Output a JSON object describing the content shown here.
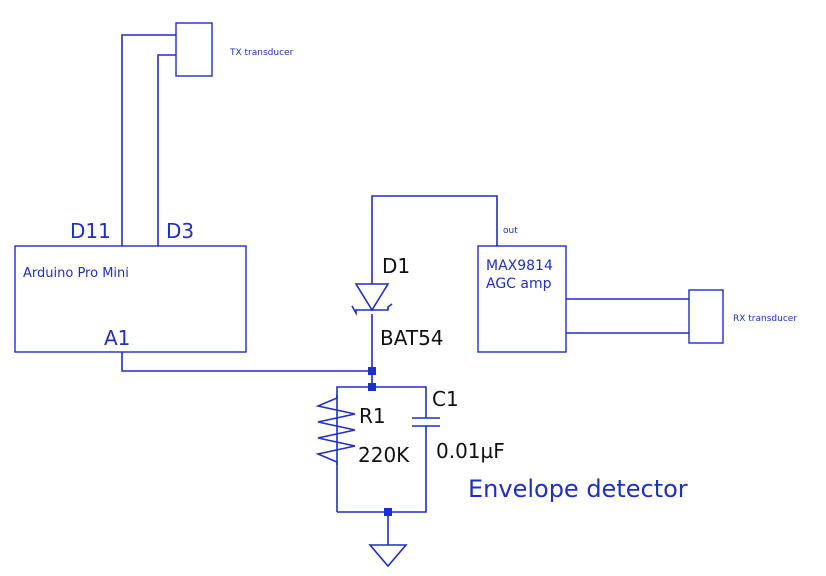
{
  "tx_transducer": {
    "label": "TX transducer"
  },
  "arduino": {
    "name": "Arduino Pro Mini",
    "pins": {
      "d11": "D11",
      "d3": "D3",
      "a1": "A1"
    }
  },
  "diode": {
    "ref": "D1",
    "part": "BAT54"
  },
  "amp": {
    "line1": "MAX9814",
    "line2": "AGC amp",
    "out_pin": "out"
  },
  "rx_transducer": {
    "label": "RX transducer"
  },
  "resistor": {
    "ref": "R1",
    "value": "220K"
  },
  "capacitor": {
    "ref": "C1",
    "value": "0.01µF"
  },
  "section_title": "Envelope detector",
  "colors": {
    "wire": "#1f2fbf",
    "junction": "#1a2fd0",
    "text": "#111111"
  }
}
